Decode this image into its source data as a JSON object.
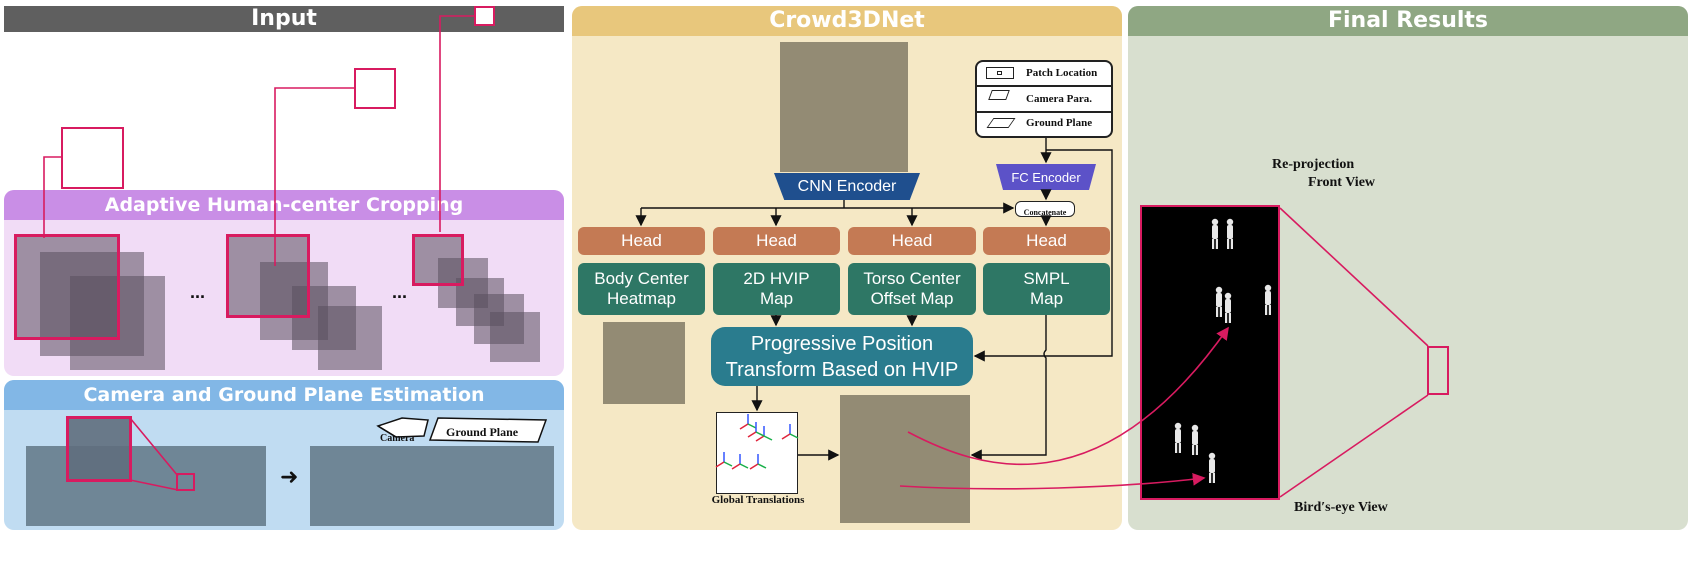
{
  "input": {
    "title": "Input",
    "cropping_title": "Adaptive Human-center Cropping",
    "ellipsis": "...",
    "camera_title": "Camera and Ground Plane Estimation",
    "camera_label": "Camera",
    "ground_plane_label": "Ground Plane"
  },
  "net": {
    "title": "Crowd3DNet",
    "legend": {
      "patch_location": "Patch Location",
      "camera_para": "Camera Para.",
      "ground_plane": "Ground Plane"
    },
    "cnn_encoder": "CNN Encoder",
    "fc_encoder": "FC Encoder",
    "concatenate": "Concatenate",
    "heads": [
      "Head",
      "Head",
      "Head",
      "Head"
    ],
    "maps": [
      [
        "Body Center",
        "Heatmap"
      ],
      [
        "2D HVIP",
        "Map"
      ],
      [
        "Torso Center",
        "Offset Map"
      ],
      [
        "SMPL",
        "Map"
      ]
    ],
    "ppt": [
      "Progressive Position",
      "Transform Based on HVIP"
    ],
    "global_translations": "Global Translations"
  },
  "results": {
    "title": "Final Results",
    "reprojection": "Re-projection",
    "front_view": "Front View",
    "birds_eye_view": "Bird′s-eye View"
  },
  "colors": {
    "input_header": "#5f5f5f",
    "crowd_header": "#e8c77c",
    "results_header": "#8fa783",
    "cropping_header": "#c98ee6",
    "camera_header": "#82b7e6",
    "accent_pink": "#d81b60"
  }
}
